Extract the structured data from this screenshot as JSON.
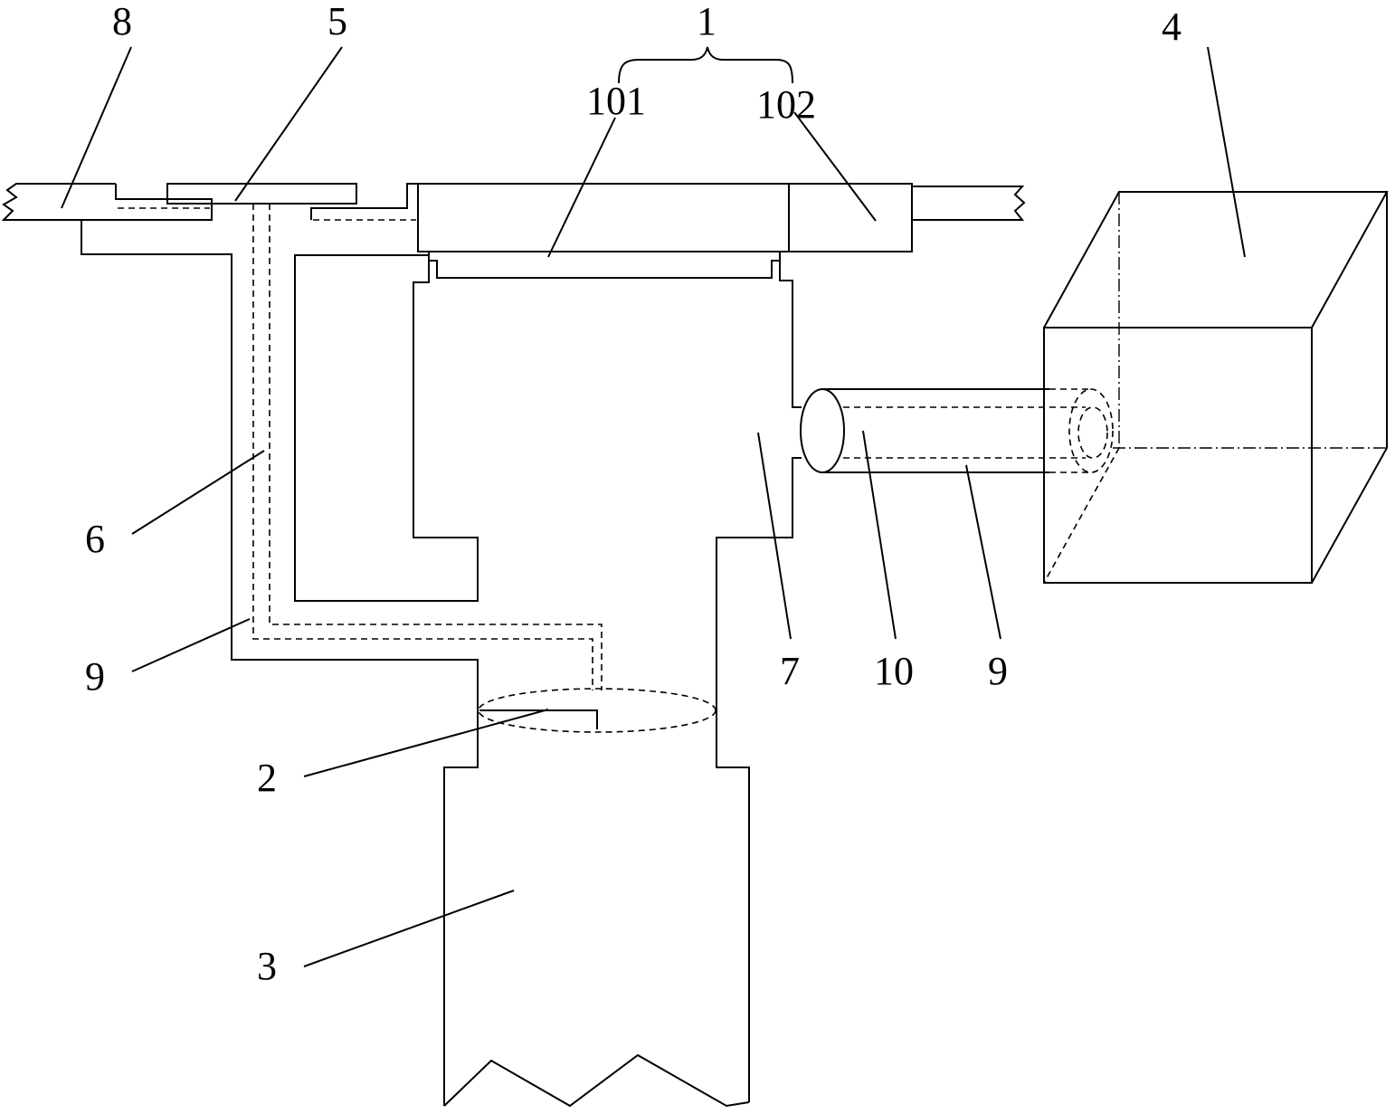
{
  "labels": {
    "l1": "1",
    "l101": "101",
    "l102": "102",
    "l2": "2",
    "l3": "3",
    "l4": "4",
    "l5": "5",
    "l6": "6",
    "l7": "7",
    "l8": "8",
    "l9_left": "9",
    "l9_right": "9",
    "l10": "10"
  }
}
